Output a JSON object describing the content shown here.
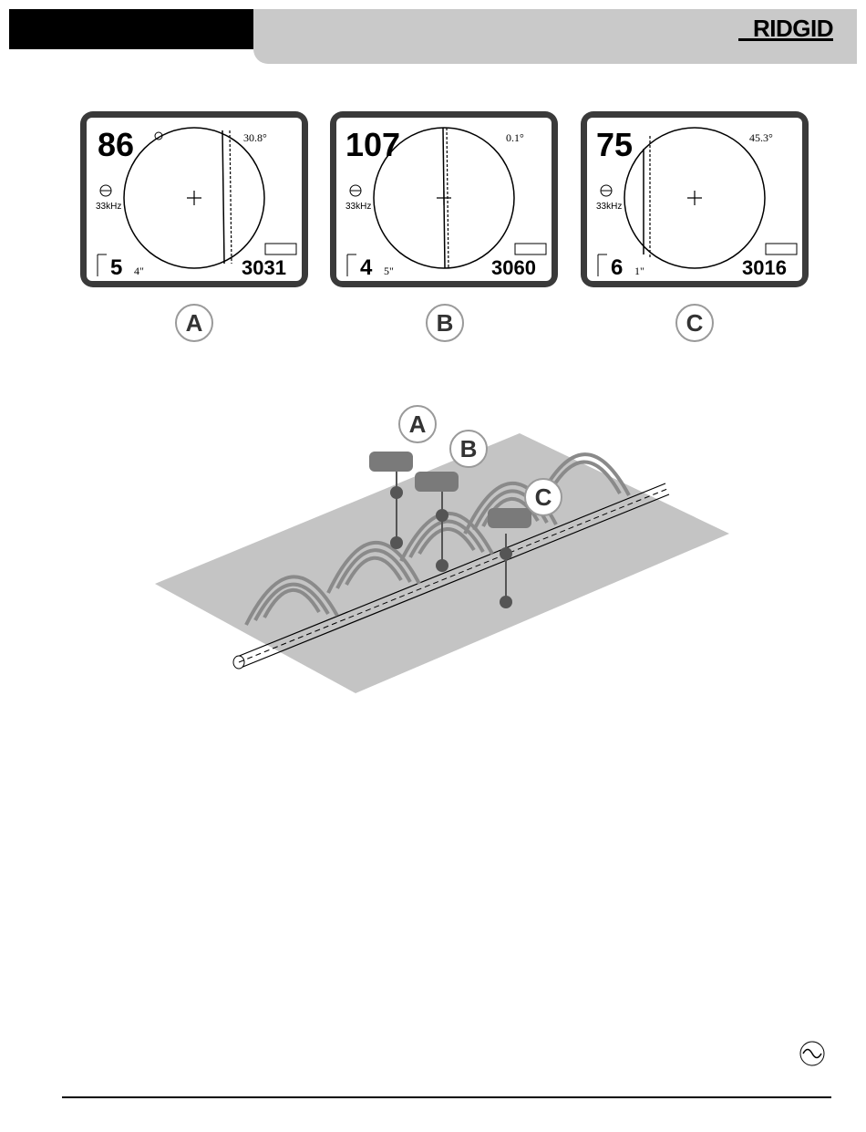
{
  "header": {
    "logo_text": "RIDGID"
  },
  "screens": [
    {
      "id": "A",
      "signal": "86",
      "angle": "30.8°",
      "freq": "33kHz",
      "depth_ft": "5",
      "depth_in": "4\"",
      "current": "3031"
    },
    {
      "id": "B",
      "signal": "107",
      "angle": "0.1°",
      "freq": "33kHz",
      "depth_ft": "4",
      "depth_in": "5\"",
      "current": "3060"
    },
    {
      "id": "C",
      "signal": "75",
      "angle": "45.3°",
      "freq": "33kHz",
      "depth_ft": "6",
      "depth_in": "1\"",
      "current": "3016"
    }
  ],
  "labels": [
    "A",
    "B",
    "C"
  ],
  "scene_labels": [
    "A",
    "B",
    "C"
  ],
  "footer": {
    "symbol": "~"
  },
  "colors": {
    "screen_bezel": "#3a3a3a",
    "header_gray": "#c9c9c9",
    "ground": "#c4c4c4",
    "field_lines": "#8a8a8a",
    "locator": "#7a7a7a"
  }
}
